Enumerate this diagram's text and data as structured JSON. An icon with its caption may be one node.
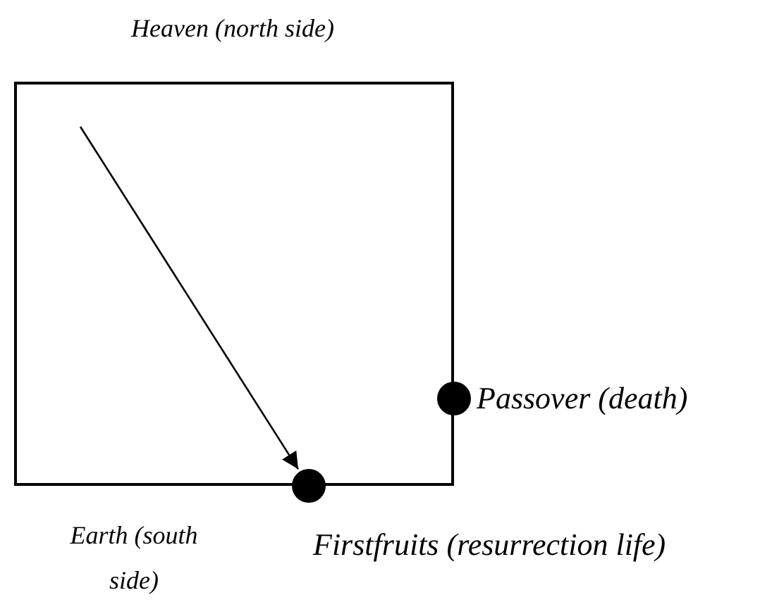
{
  "diagram": {
    "nodes": [
      {
        "text": [
          "Heaven (north side)"
        ],
        "beside": [
          "Earth (south side)"
        ]
      },
      {
        "text": [],
        "shape": "circle",
        "beside": [
          "Passover (death)"
        ]
      },
      {
        "text": [],
        "shape": "circle",
        "beside": [
          "Firstfruits (resurrection life)"
        ]
      }
    ],
    "edges": [
      {
        "from": 0,
        "to": 2,
        "arrow": "to"
      }
    ]
  }
}
